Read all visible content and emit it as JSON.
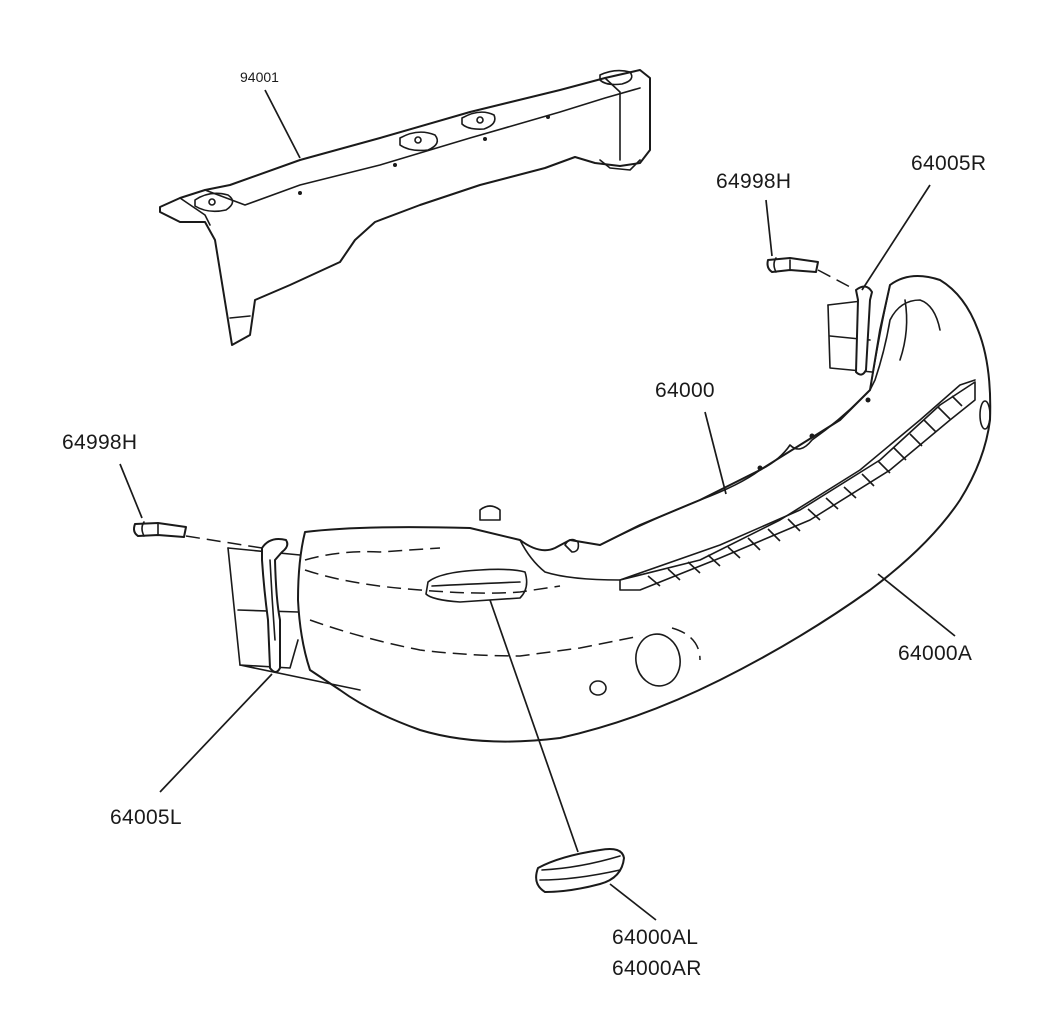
{
  "diagram": {
    "labels": {
      "reinforcement": "94001",
      "bolt_right": "64998H",
      "bracket_right": "64005R",
      "bumper_cover": "64000",
      "bolt_left": "64998H",
      "bumper_assembly": "64000A",
      "bracket_left": "64005L",
      "reflector_left": "64000AL",
      "reflector_right": "64000AR"
    },
    "line_color": "#1a1a1a",
    "background": "#ffffff"
  }
}
